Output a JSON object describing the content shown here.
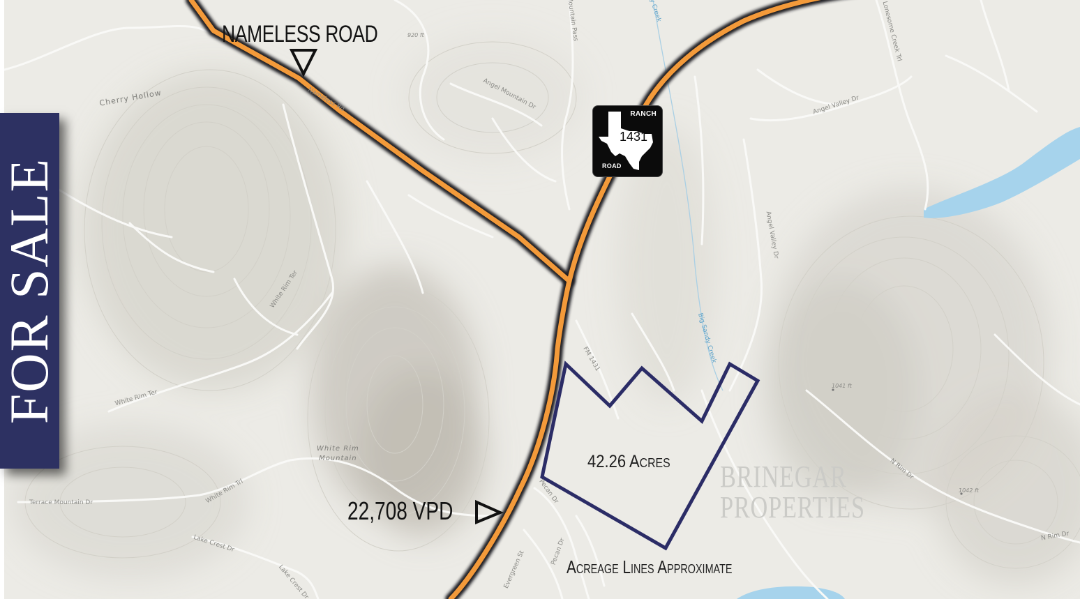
{
  "banner": {
    "text": "FOR SALE"
  },
  "annotations": {
    "nameless_road": "NAMELESS ROAD",
    "traffic_count": "22,708 VPD",
    "acreage": "42.26 Acres",
    "acreage_note": "Acreage Lines Approximate"
  },
  "shield": {
    "top": "RANCH",
    "number": "1431",
    "bottom": "ROAD"
  },
  "watermark": {
    "line1": "BRINEGAR",
    "line2": "PROPERTIES"
  },
  "map_labels": {
    "cherry_hollow": "Cherry Hollow",
    "nameless_rd": "Nameless Rd",
    "elev_920": "920 ft",
    "mountain_pass": "Mountain Pass",
    "angel_mountain_dr": "Angel Mountain Dr",
    "creek_top": "y Creek",
    "lonesome_creek_trl": "Lonesome Creek Trl",
    "angel_valley_dr_1": "Angel Valley Dr",
    "angel_valley_dr_2": "Angel Valley Dr",
    "big_sandy_creek": "Big Sandy Creek",
    "fm_1431": "FM 1431",
    "white_rim_ter_1": "White Rim Ter",
    "white_rim_ter_2": "White Rim Ter",
    "white_rim_mountain_1": "White Rim",
    "white_rim_mountain_2": "Mountain",
    "white_rim_trl": "White Rim Trl",
    "terrace_mountain_dr": "Terrace Mountain Dr",
    "lake_crest_dr_1": "Lake Crest Dr",
    "lake_crest_dr_2": "Lake Crest Dr",
    "pecan_dr_1": "Pecan Dr",
    "pecan_dr_2": "Pecan Dr",
    "evergreen_st": "Evergreen St",
    "elev_1041": "1041 ft",
    "n_rim_dr_1": "N Rim Dr",
    "n_rim_dr_2": "N Rim Dr",
    "elev_1042": "1042 ft"
  },
  "colors": {
    "banner_bg": "#2d3162",
    "highway": "#f39a3a",
    "highway_shadow": "#1d1d24",
    "parcel_outline": "#2b2c66",
    "water": "#a6d3ec",
    "land": "#ecebe6"
  }
}
